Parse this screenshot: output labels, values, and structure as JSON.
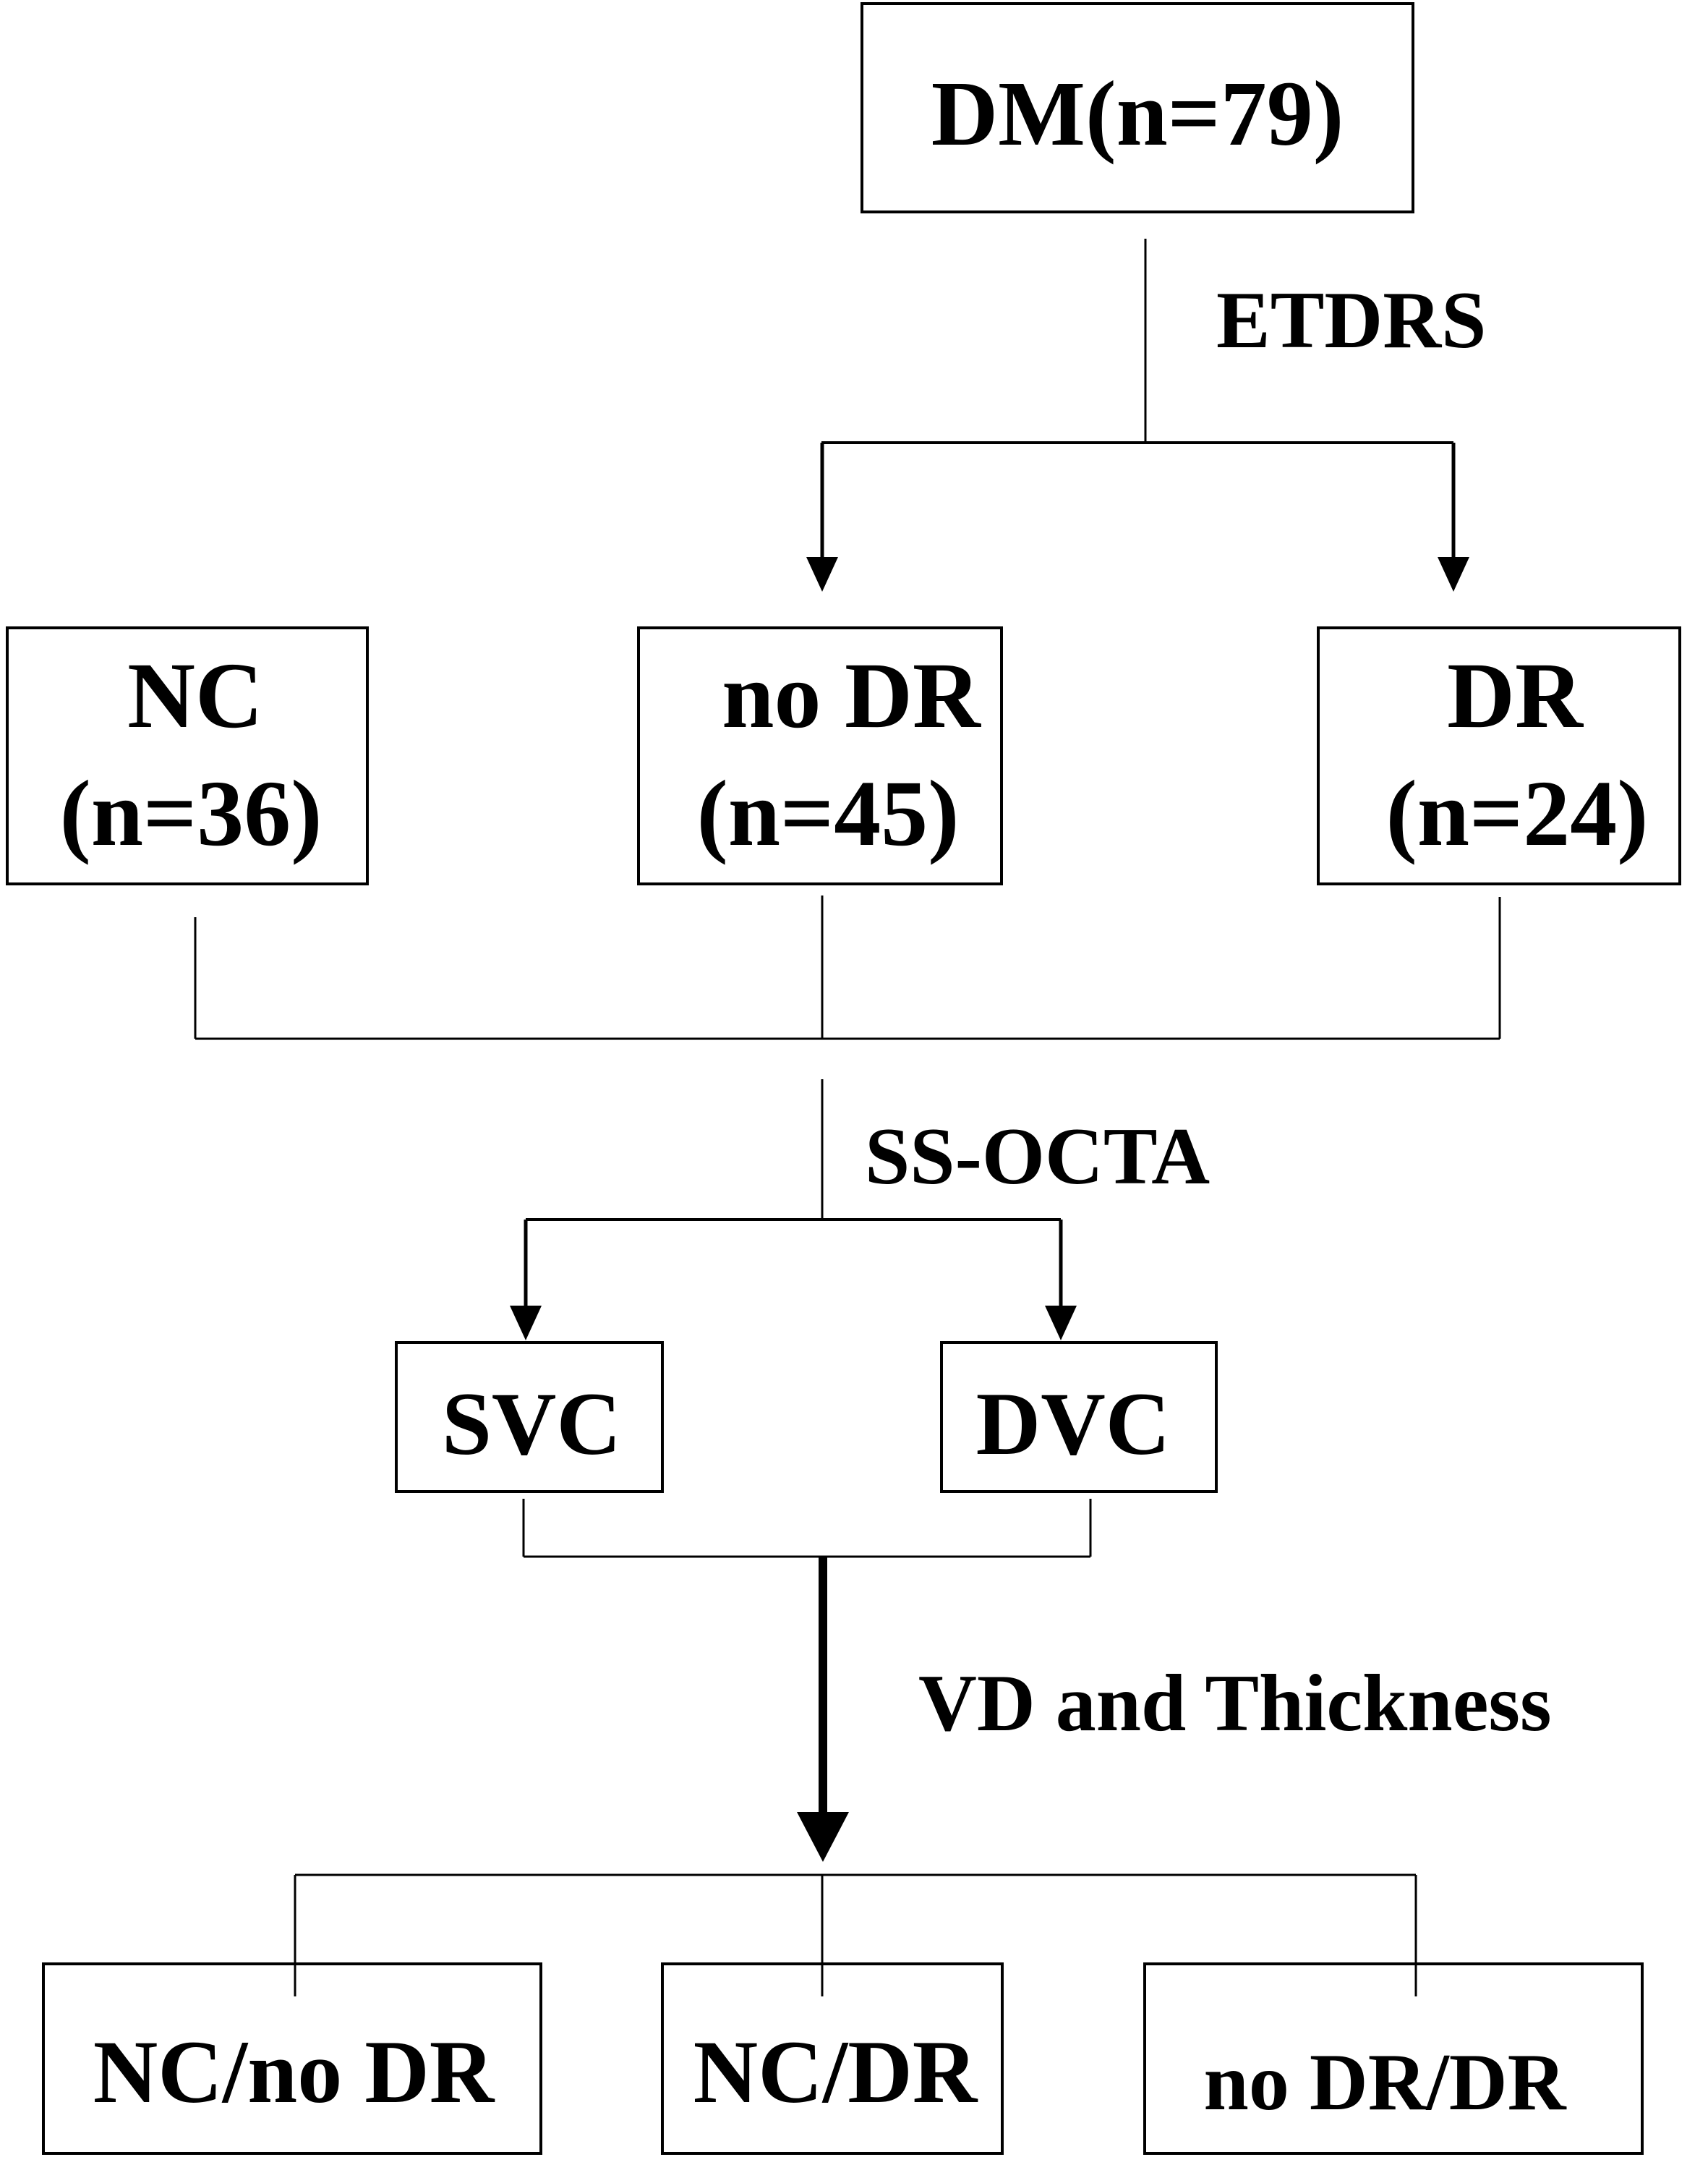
{
  "diagram": {
    "top": {
      "label": "DM(n=79)"
    },
    "step1": {
      "label": "ETDRS"
    },
    "groups": [
      {
        "name": "NC",
        "count": "(n=36)"
      },
      {
        "name": "no DR",
        "count": "(n=45)"
      },
      {
        "name": "DR",
        "count": "(n=24)"
      }
    ],
    "step2": {
      "label": "SS-OCTA"
    },
    "layers": [
      {
        "label": "SVC"
      },
      {
        "label": "DVC"
      }
    ],
    "step3": {
      "label": "VD and Thickness"
    },
    "comparisons": [
      {
        "label": "NC/no DR"
      },
      {
        "label": "NC/DR"
      },
      {
        "label": "no DR/DR"
      }
    ]
  },
  "colors": {
    "line": "#000000",
    "background": "#ffffff"
  }
}
